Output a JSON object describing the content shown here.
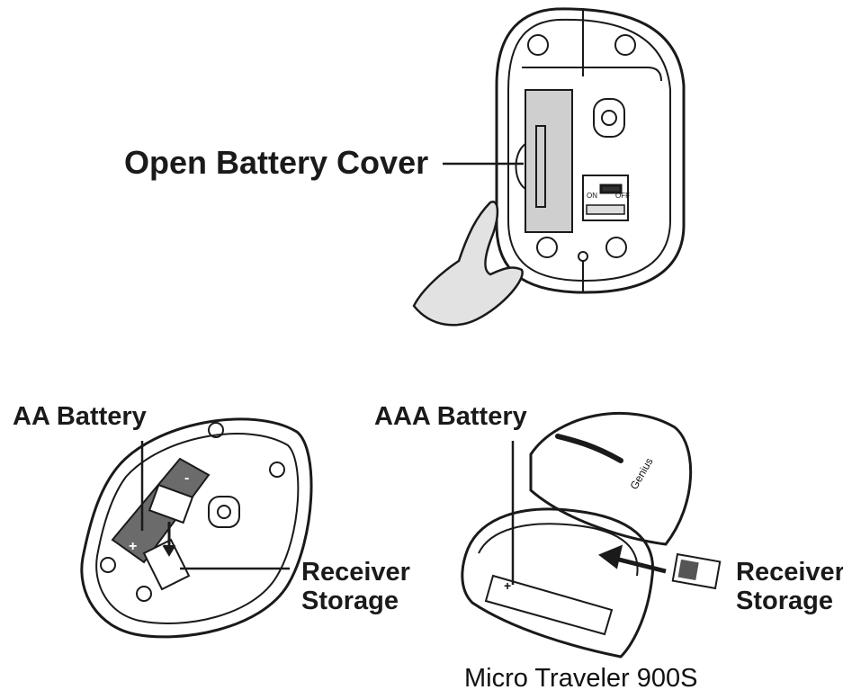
{
  "top": {
    "label": "Open Battery Cover",
    "switch_on": "ON",
    "switch_off": "OFF"
  },
  "left": {
    "battery_label": "AA Battery",
    "receiver_line1": "Receiver",
    "receiver_line2": "Storage",
    "plus": "+",
    "minus": "-"
  },
  "right": {
    "battery_label": "AAA Battery",
    "receiver_line1": "Receiver",
    "receiver_line2": "Storage",
    "brand": "Genius",
    "plus": "+"
  },
  "caption": "Micro Traveler 900S"
}
